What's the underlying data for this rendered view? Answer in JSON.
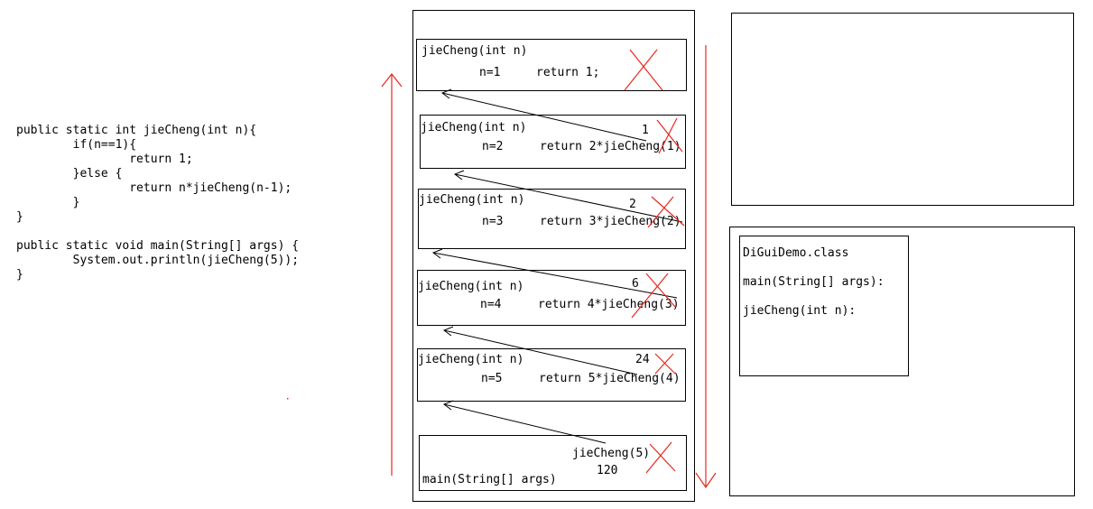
{
  "code": {
    "lines": [
      "public static int jieCheng(int n){",
      "        if(n==1){",
      "                return 1;",
      "        }else {",
      "                return n*jieCheng(n-1);",
      "        }",
      "}",
      "",
      "public static void main(String[] args) {",
      "        System.out.println(jieCheng(5));",
      "}"
    ]
  },
  "stack": {
    "frames": [
      {
        "title": "jieCheng(int n)",
        "n": "n=1",
        "ret": "return 1;",
        "result": ""
      },
      {
        "title": "jieCheng(int n)",
        "n": "n=2",
        "ret": "return 2*jieCheng(1)",
        "result": "1"
      },
      {
        "title": "jieCheng(int n)",
        "n": "n=3",
        "ret": "return 3*jieCheng(2)",
        "result": "2"
      },
      {
        "title": "jieCheng(int n)",
        "n": "n=4",
        "ret": "return 4*jieCheng(3)",
        "result": "6"
      },
      {
        "title": "jieCheng(int n)",
        "n": "n=5",
        "ret": "return 5*jieCheng(4)",
        "result": "24"
      }
    ],
    "main_frame": {
      "call": "jieCheng(5)",
      "result": "120",
      "label": "main(String[] args)"
    }
  },
  "method_area": {
    "class_name": "DiGuiDemo.class",
    "methods": [
      "main(String[] args):",
      "jieCheng(int n):"
    ]
  },
  "colors": {
    "accent": "#e8281e",
    "stroke": "#000000"
  }
}
